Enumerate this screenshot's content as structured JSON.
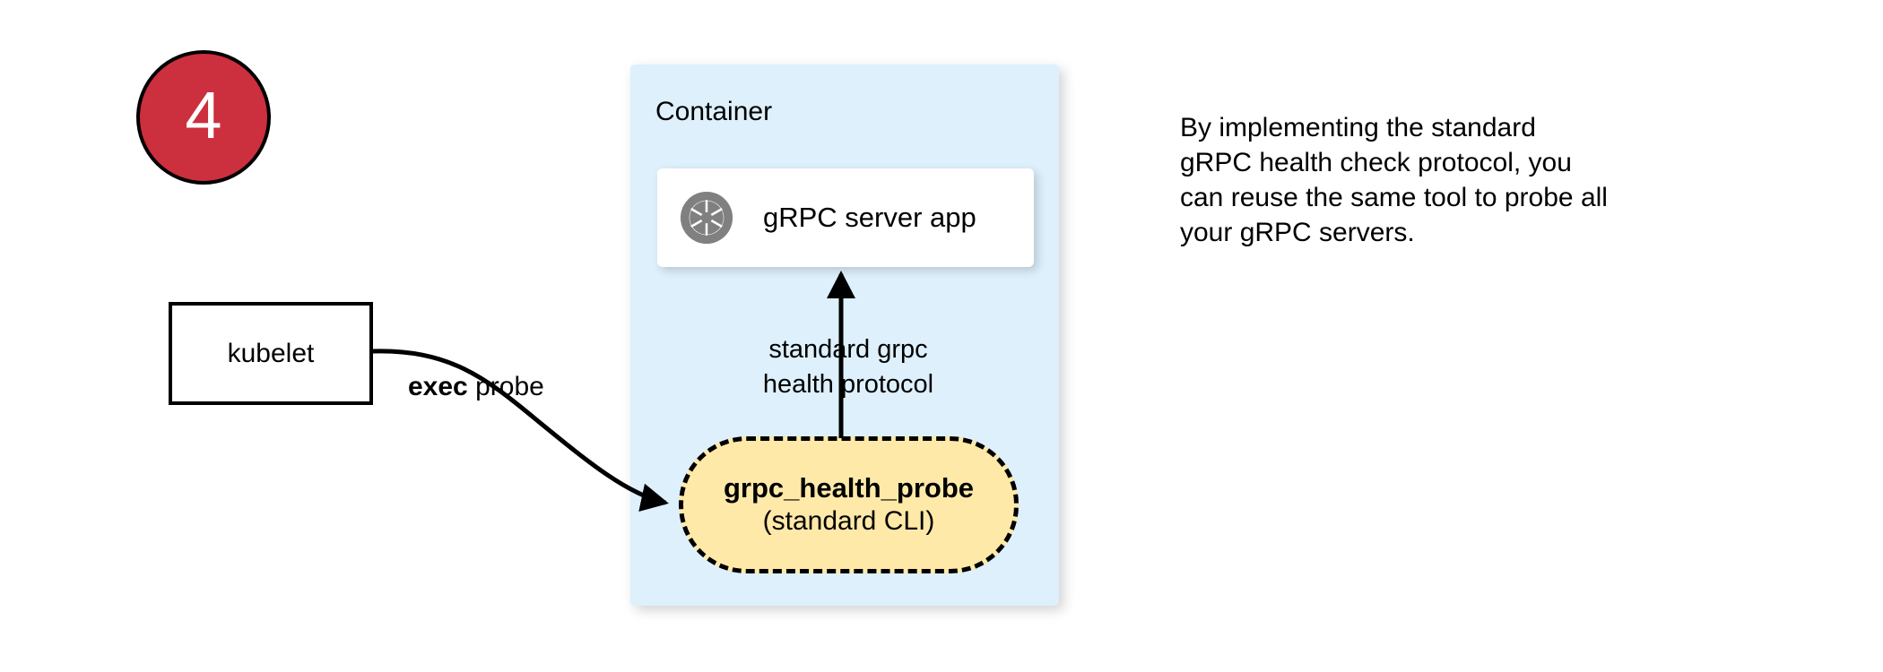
{
  "step": {
    "number": "4",
    "circle_color": "#cc2f3e",
    "text_color": "#ffffff"
  },
  "kubelet": {
    "label": "kubelet"
  },
  "container": {
    "title": "Container",
    "fill_color": "#ddf0fc"
  },
  "grpc_server": {
    "icon": "grpc-aperture-icon",
    "label": "gRPC server app",
    "icon_color": "#808080"
  },
  "probe": {
    "name": "grpc_health_probe",
    "subtitle": "(standard CLI)",
    "fill_color": "#ffe9a8"
  },
  "edges": {
    "exec_probe": {
      "bold_text": "exec",
      "rest_text": " probe"
    },
    "health_protocol": {
      "line1": "standard grpc",
      "line2": "health protocol"
    }
  },
  "side_note": {
    "line1": "By implementing the standard",
    "line2": "gRPC health check protocol, you",
    "line3": "can reuse the same tool to probe all",
    "line4": "your gRPC servers."
  }
}
